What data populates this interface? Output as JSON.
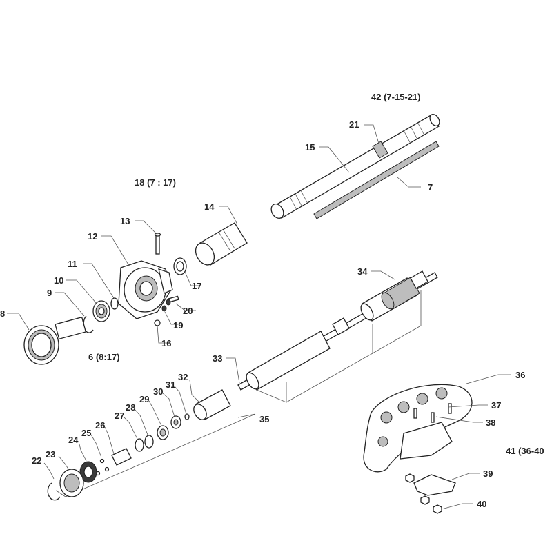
{
  "labels": {
    "l42": "42 (7-15-21)",
    "l21": "21",
    "l15": "15",
    "l7": "7",
    "l18": "18 (7 : 17)",
    "l14": "14",
    "l13": "13",
    "l12": "12",
    "l11": "11",
    "l10": "10",
    "l9": "9",
    "l8": "8",
    "l6": "6 (8:17)",
    "l17": "17",
    "l20": "20",
    "l19": "19",
    "l16": "16",
    "l34": "34",
    "l33": "33",
    "l32": "32",
    "l31": "31",
    "l30": "30",
    "l29": "29",
    "l28": "28",
    "l27": "27",
    "l26": "26",
    "l25": "25",
    "l24": "24",
    "l23": "23",
    "l22": "22",
    "l35": "35",
    "l36": "36",
    "l37": "37",
    "l38": "38",
    "l41": "41 (36-40",
    "l39": "39",
    "l40": "40"
  }
}
